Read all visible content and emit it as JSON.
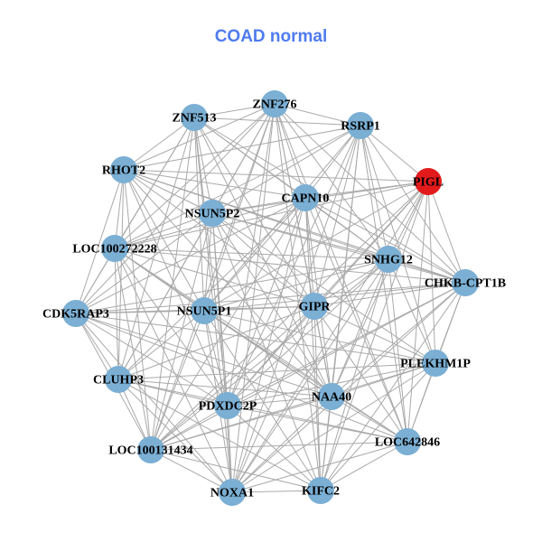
{
  "title": "COAD normal",
  "colors": {
    "node": "#7BAFD4",
    "highlight": "#E31A1C",
    "edge": "#AAAAAA",
    "title": "#4F7BEF"
  },
  "nodes": [
    {
      "name": "ZNF276",
      "highlight": false
    },
    {
      "name": "ZNF513",
      "highlight": false
    },
    {
      "name": "RSRP1",
      "highlight": false
    },
    {
      "name": "RHOT2",
      "highlight": false
    },
    {
      "name": "PIGL",
      "highlight": true
    },
    {
      "name": "CAPN10",
      "highlight": false
    },
    {
      "name": "NSUN5P2",
      "highlight": false
    },
    {
      "name": "LOC100272228",
      "highlight": false
    },
    {
      "name": "SNHG12",
      "highlight": false
    },
    {
      "name": "CHKB-CPT1B",
      "highlight": false
    },
    {
      "name": "CDK5RAP3",
      "highlight": false
    },
    {
      "name": "NSUN5P1",
      "highlight": false
    },
    {
      "name": "GIPR",
      "highlight": false
    },
    {
      "name": "PLEKHM1P",
      "highlight": false
    },
    {
      "name": "CLUHP3",
      "highlight": false
    },
    {
      "name": "PDXDC2P",
      "highlight": false
    },
    {
      "name": "NAA40",
      "highlight": false
    },
    {
      "name": "LOC642846",
      "highlight": false
    },
    {
      "name": "LOC100131434",
      "highlight": false
    },
    {
      "name": "NOXA1",
      "highlight": false
    },
    {
      "name": "KIFC2",
      "highlight": false
    }
  ],
  "edges": [
    [
      0,
      1
    ],
    [
      0,
      2
    ],
    [
      0,
      3
    ],
    [
      0,
      5
    ],
    [
      0,
      6
    ],
    [
      0,
      7
    ],
    [
      0,
      8
    ],
    [
      0,
      9
    ],
    [
      0,
      11
    ],
    [
      0,
      12
    ],
    [
      0,
      14
    ],
    [
      0,
      15
    ],
    [
      0,
      16
    ],
    [
      0,
      17
    ],
    [
      0,
      18
    ],
    [
      0,
      19
    ],
    [
      0,
      20
    ],
    [
      0,
      10
    ],
    [
      1,
      3
    ],
    [
      1,
      5
    ],
    [
      1,
      6
    ],
    [
      1,
      7
    ],
    [
      1,
      8
    ],
    [
      1,
      10
    ],
    [
      1,
      11
    ],
    [
      1,
      12
    ],
    [
      1,
      14
    ],
    [
      1,
      15
    ],
    [
      1,
      16
    ],
    [
      1,
      18
    ],
    [
      1,
      19
    ],
    [
      1,
      2
    ],
    [
      1,
      9
    ],
    [
      2,
      3
    ],
    [
      2,
      4
    ],
    [
      2,
      5
    ],
    [
      2,
      6
    ],
    [
      2,
      8
    ],
    [
      2,
      9
    ],
    [
      2,
      11
    ],
    [
      2,
      12
    ],
    [
      2,
      13
    ],
    [
      2,
      15
    ],
    [
      2,
      16
    ],
    [
      2,
      17
    ],
    [
      2,
      19
    ],
    [
      2,
      20
    ],
    [
      2,
      7
    ],
    [
      3,
      5
    ],
    [
      3,
      6
    ],
    [
      3,
      7
    ],
    [
      3,
      8
    ],
    [
      3,
      9
    ],
    [
      3,
      10
    ],
    [
      3,
      11
    ],
    [
      3,
      12
    ],
    [
      3,
      14
    ],
    [
      3,
      15
    ],
    [
      3,
      16
    ],
    [
      3,
      18
    ],
    [
      3,
      4
    ],
    [
      4,
      5
    ],
    [
      4,
      6
    ],
    [
      4,
      7
    ],
    [
      4,
      8
    ],
    [
      4,
      9
    ],
    [
      4,
      11
    ],
    [
      4,
      12
    ],
    [
      4,
      13
    ],
    [
      4,
      15
    ],
    [
      4,
      16
    ],
    [
      4,
      17
    ],
    [
      4,
      19
    ],
    [
      4,
      20
    ],
    [
      4,
      18
    ],
    [
      5,
      6
    ],
    [
      5,
      7
    ],
    [
      5,
      8
    ],
    [
      5,
      9
    ],
    [
      5,
      10
    ],
    [
      5,
      11
    ],
    [
      5,
      12
    ],
    [
      5,
      14
    ],
    [
      5,
      15
    ],
    [
      5,
      16
    ],
    [
      5,
      17
    ],
    [
      5,
      18
    ],
    [
      5,
      19
    ],
    [
      5,
      20
    ],
    [
      6,
      7
    ],
    [
      6,
      8
    ],
    [
      6,
      9
    ],
    [
      6,
      10
    ],
    [
      6,
      11
    ],
    [
      6,
      12
    ],
    [
      6,
      13
    ],
    [
      6,
      14
    ],
    [
      6,
      15
    ],
    [
      6,
      16
    ],
    [
      6,
      18
    ],
    [
      6,
      19
    ],
    [
      6,
      20
    ],
    [
      7,
      8
    ],
    [
      7,
      9
    ],
    [
      7,
      10
    ],
    [
      7,
      11
    ],
    [
      7,
      12
    ],
    [
      7,
      14
    ],
    [
      7,
      15
    ],
    [
      7,
      16
    ],
    [
      7,
      17
    ],
    [
      7,
      18
    ],
    [
      7,
      19
    ],
    [
      8,
      9
    ],
    [
      8,
      10
    ],
    [
      8,
      11
    ],
    [
      8,
      12
    ],
    [
      8,
      13
    ],
    [
      8,
      15
    ],
    [
      8,
      16
    ],
    [
      8,
      17
    ],
    [
      8,
      18
    ],
    [
      8,
      19
    ],
    [
      8,
      20
    ],
    [
      9,
      10
    ],
    [
      9,
      11
    ],
    [
      9,
      12
    ],
    [
      9,
      13
    ],
    [
      9,
      15
    ],
    [
      9,
      16
    ],
    [
      9,
      17
    ],
    [
      9,
      18
    ],
    [
      9,
      19
    ],
    [
      9,
      20
    ],
    [
      10,
      11
    ],
    [
      10,
      12
    ],
    [
      10,
      13
    ],
    [
      10,
      14
    ],
    [
      10,
      15
    ],
    [
      10,
      16
    ],
    [
      10,
      18
    ],
    [
      10,
      19
    ],
    [
      10,
      17
    ],
    [
      11,
      12
    ],
    [
      11,
      13
    ],
    [
      11,
      14
    ],
    [
      11,
      15
    ],
    [
      11,
      16
    ],
    [
      11,
      17
    ],
    [
      11,
      18
    ],
    [
      11,
      19
    ],
    [
      11,
      20
    ],
    [
      12,
      13
    ],
    [
      12,
      14
    ],
    [
      12,
      15
    ],
    [
      12,
      16
    ],
    [
      12,
      17
    ],
    [
      12,
      18
    ],
    [
      12,
      19
    ],
    [
      12,
      20
    ],
    [
      13,
      14
    ],
    [
      13,
      15
    ],
    [
      13,
      16
    ],
    [
      13,
      17
    ],
    [
      13,
      18
    ],
    [
      13,
      19
    ],
    [
      13,
      20
    ],
    [
      14,
      15
    ],
    [
      14,
      16
    ],
    [
      14,
      17
    ],
    [
      14,
      18
    ],
    [
      14,
      19
    ],
    [
      14,
      20
    ],
    [
      15,
      16
    ],
    [
      15,
      17
    ],
    [
      15,
      18
    ],
    [
      15,
      19
    ],
    [
      15,
      20
    ],
    [
      16,
      17
    ],
    [
      16,
      18
    ],
    [
      16,
      19
    ],
    [
      16,
      20
    ],
    [
      17,
      18
    ],
    [
      17,
      19
    ],
    [
      17,
      20
    ],
    [
      18,
      19
    ],
    [
      18,
      20
    ],
    [
      19,
      20
    ]
  ]
}
